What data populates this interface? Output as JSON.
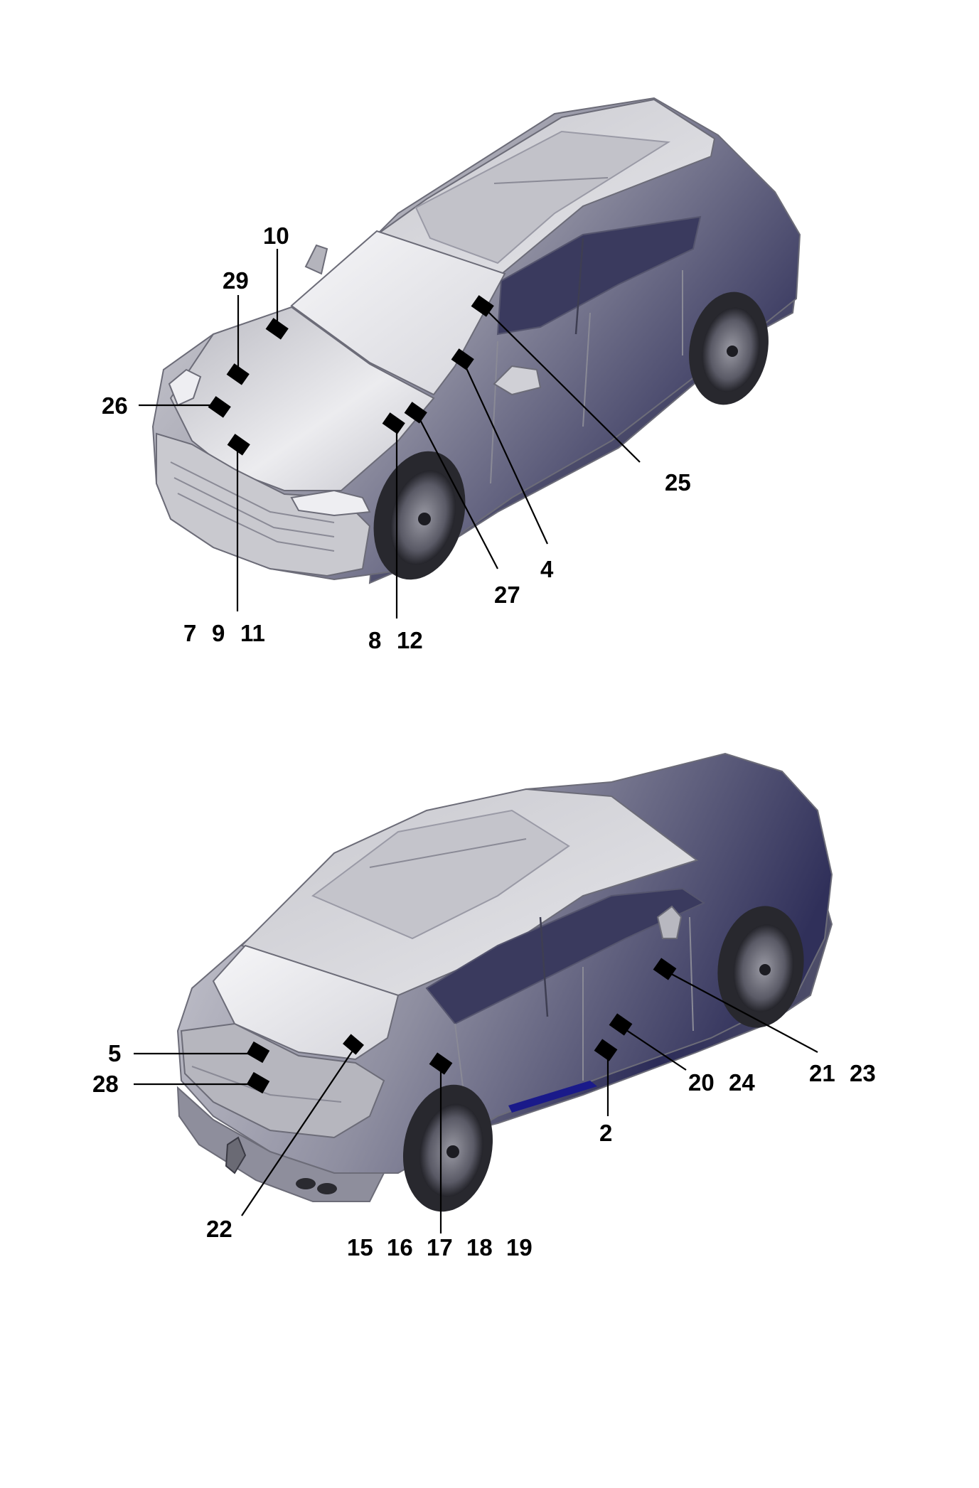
{
  "front_view": {
    "callouts": [
      "10",
      "29",
      "26",
      "25",
      "4",
      "27",
      "7",
      "9",
      "11",
      "8",
      "12"
    ]
  },
  "rear_view": {
    "callouts": [
      "5",
      "28",
      "21",
      "23",
      "20",
      "24",
      "2",
      "22",
      "15",
      "16",
      "17",
      "18",
      "19"
    ]
  },
  "colors": {
    "line": "#000000",
    "marker": "#000000",
    "body_light": "#e4e4e8",
    "body_mid": "#9a9aa6",
    "body_dark": "#32325a",
    "glass": "#f2f2f4",
    "tire": "#2a2a30"
  }
}
